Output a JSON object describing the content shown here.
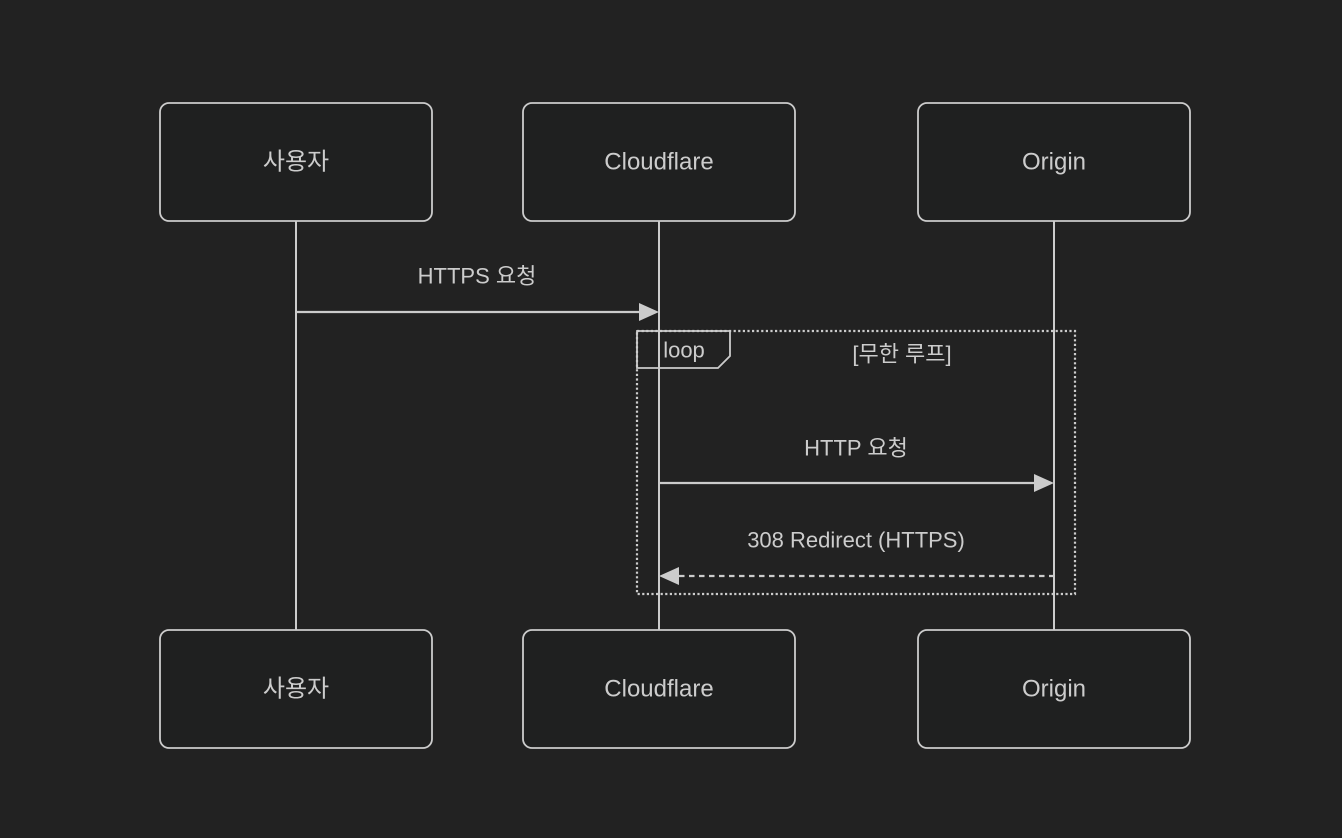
{
  "diagram": {
    "type": "sequence-diagram",
    "theme": "dark",
    "colors": {
      "background": "#222222",
      "actor_fill": "#1f2020",
      "stroke": "#cccccc",
      "text": "#cccccc"
    },
    "actors": [
      {
        "id": "user",
        "label": "사용자"
      },
      {
        "id": "cloudflare",
        "label": "Cloudflare"
      },
      {
        "id": "origin",
        "label": "Origin"
      }
    ],
    "messages": [
      {
        "from": "사용자",
        "to": "Cloudflare",
        "label": "HTTPS 요청",
        "line": "solid"
      },
      {
        "from": "Cloudflare",
        "to": "Origin",
        "label": "HTTP 요청",
        "line": "solid"
      },
      {
        "from": "Origin",
        "to": "Cloudflare",
        "label": "308 Redirect (HTTPS)",
        "line": "dashed"
      }
    ],
    "loop": {
      "keyword": "loop",
      "condition": "[무한 루프]"
    }
  }
}
